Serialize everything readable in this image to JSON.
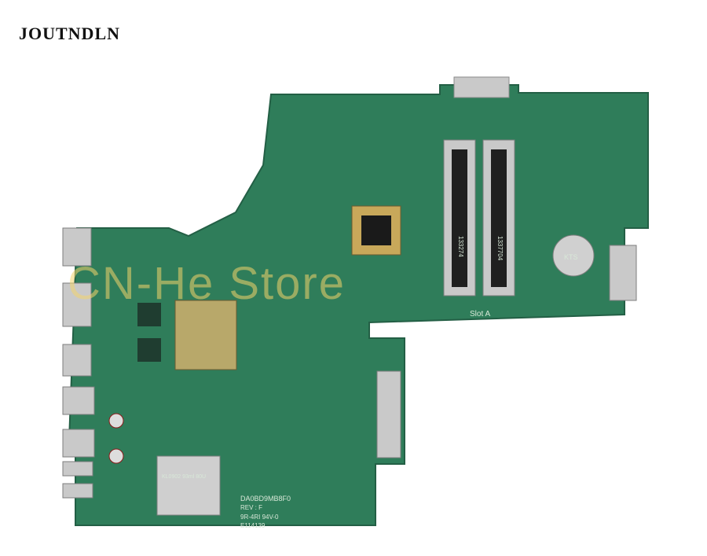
{
  "brand": {
    "text": "JOUTNDLN"
  },
  "watermark": {
    "text": "CN-He Store"
  },
  "board_labels": {
    "slot_a": "Slot A",
    "board_id": "DA0BD9MB8F0",
    "rev": "REV : F",
    "part": "E114139",
    "code": "9R-4RI 94V-0",
    "ram_1": "133274",
    "ram_2": "1337704",
    "battery_brand": "KTS",
    "cardreader": "KL0902 93ml 80U"
  },
  "colors": {
    "pcb": "#2f7d5a",
    "pcb_dark": "#235f45",
    "metal": "#c9c9c9",
    "gold": "#c8a85a",
    "watermark": "#f2d36b"
  }
}
